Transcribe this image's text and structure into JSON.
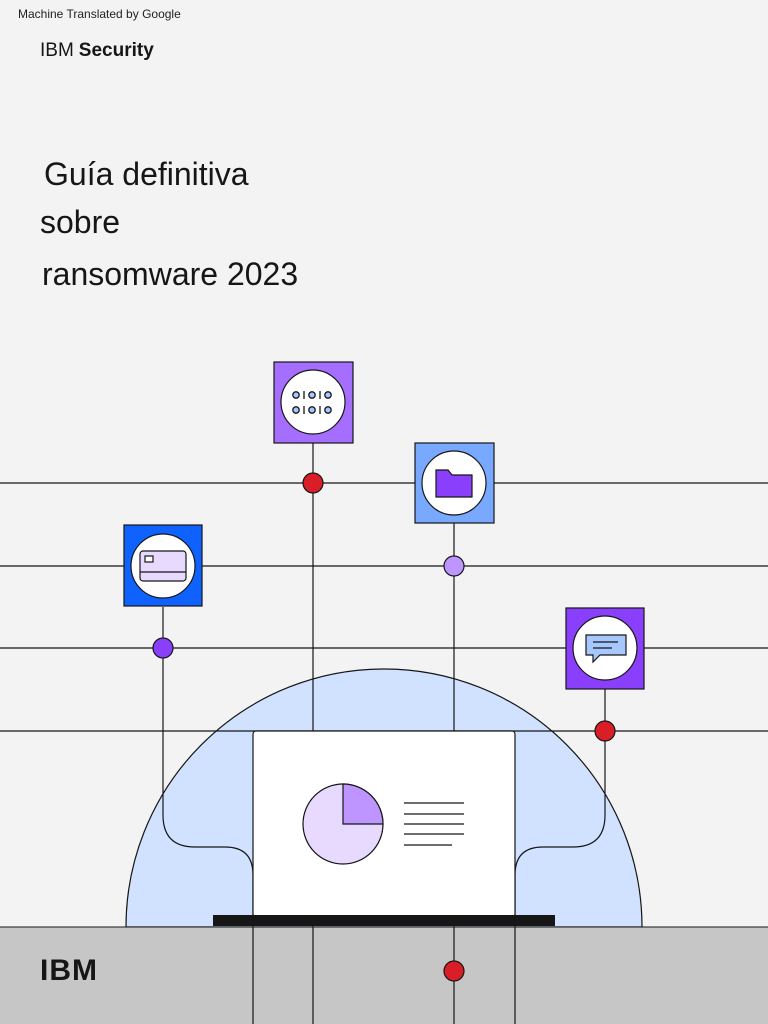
{
  "header": {
    "translation_note": "Machine Translated by Google",
    "brand_name": "IBM",
    "brand_product": "Security"
  },
  "cover": {
    "title_lines": [
      "Guía definitiva",
      "sobre",
      "ransomware 2023"
    ]
  },
  "illustration": {
    "icons": [
      "binary-code-icon",
      "folder-icon",
      "credit-card-icon",
      "chat-bubble-icon",
      "pie-chart-icon"
    ],
    "colors": {
      "purple_tile": "#a56eff",
      "blue_tile_light": "#78a9ff",
      "blue_tile_dark": "#0f62fe",
      "dome": "#d0e2ff",
      "node_red": "#da1e28",
      "node_light_purple": "#be95ff",
      "node_purple": "#8a3ffc",
      "footer_band": "#c6c6c6"
    }
  },
  "footer": {
    "logo": "IBM"
  }
}
